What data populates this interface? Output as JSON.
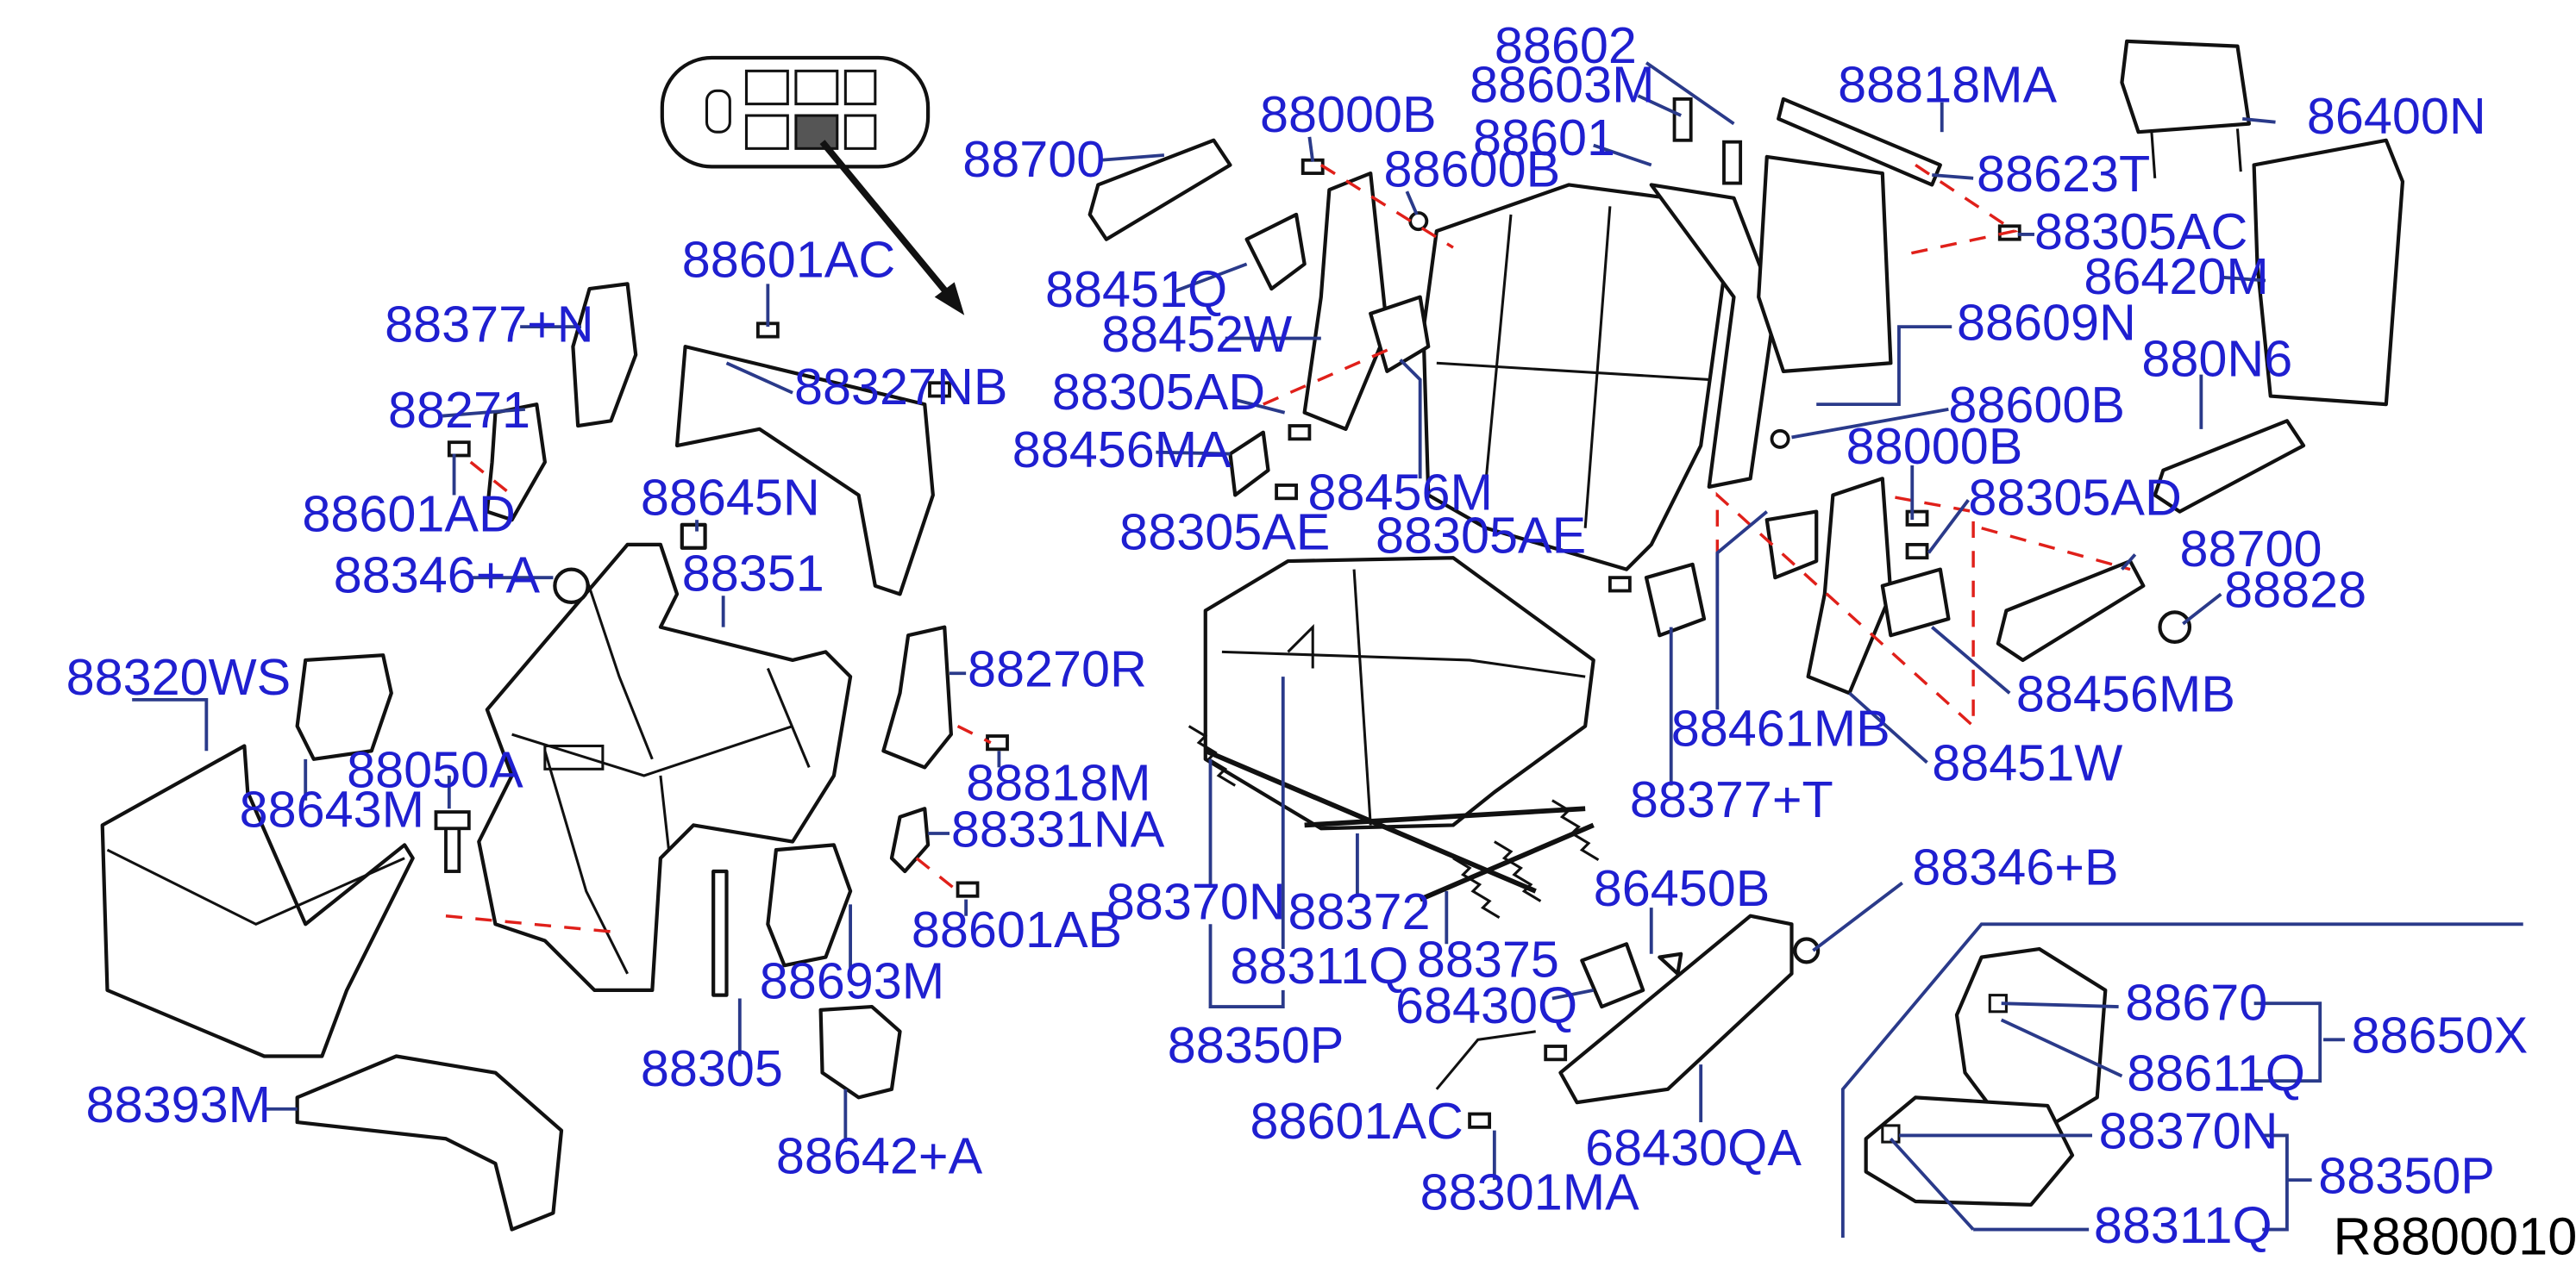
{
  "diagram": {
    "reference_code": "R8800010",
    "label_color": "#1f1fd0",
    "leader_color": "#2a3a8a",
    "dashed_line_color": "#e0201a",
    "callouts": [
      "88700",
      "88000B",
      "88600B",
      "88602",
      "88603M",
      "88601",
      "88818MA",
      "86400N",
      "88623T",
      "88305AC",
      "86420M",
      "88451Q",
      "88452W",
      "88609N",
      "88305AD",
      "880N6",
      "88456MA",
      "88456M",
      "88600B",
      "88000B",
      "88305AD",
      "88305AE",
      "88305AE",
      "88700",
      "88828",
      "88461MB",
      "88456MB",
      "88377+T",
      "88451W",
      "88601AC",
      "88377+N",
      "88327NB",
      "88271",
      "88601AD",
      "88645N",
      "88346+A",
      "88351",
      "88320WS",
      "88270R",
      "88643M",
      "88050A",
      "88818M",
      "88331NA",
      "88601AB",
      "88693M",
      "88305",
      "88393M",
      "88642+A",
      "88370N",
      "88372",
      "88375",
      "88311Q",
      "88350P",
      "86450B",
      "68430Q",
      "88346+B",
      "88601AC",
      "68430QA",
      "88301MA",
      "88670",
      "88611Q",
      "88650X",
      "88370N",
      "88350P",
      "88311Q"
    ]
  }
}
